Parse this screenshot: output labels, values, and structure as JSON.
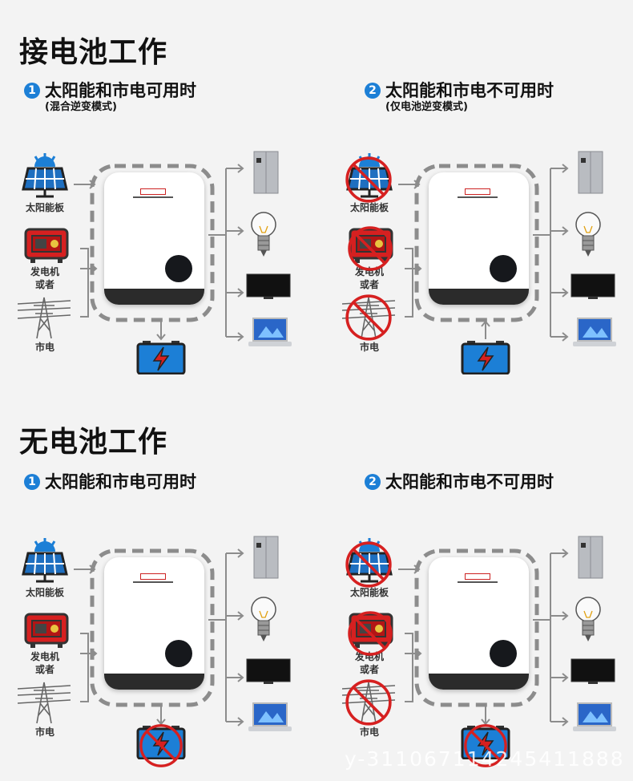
{
  "sections": {
    "with_battery": {
      "title": "接电池工作"
    },
    "no_battery": {
      "title": "无电池工作"
    }
  },
  "panels": {
    "p1": {
      "num": "1",
      "title": "太阳能和市电可用时",
      "note": "(混合逆变模式)"
    },
    "p2": {
      "num": "2",
      "title": "太阳能和市电不可用时",
      "note": "(仅电池逆变模式)"
    },
    "p3": {
      "num": "1",
      "title": "太阳能和市电可用时",
      "note": ""
    },
    "p4": {
      "num": "2",
      "title": "太阳能和市电不可用时",
      "note": ""
    }
  },
  "labels": {
    "solar": "太阳能板",
    "generator_1": "发电机",
    "generator_2": "或者",
    "grid": "市电"
  },
  "watermark": "y-311067114245411888",
  "colors": {
    "accent": "#1c7fd6",
    "forbidden": "#d62020",
    "dash": "#8c8c8c"
  }
}
